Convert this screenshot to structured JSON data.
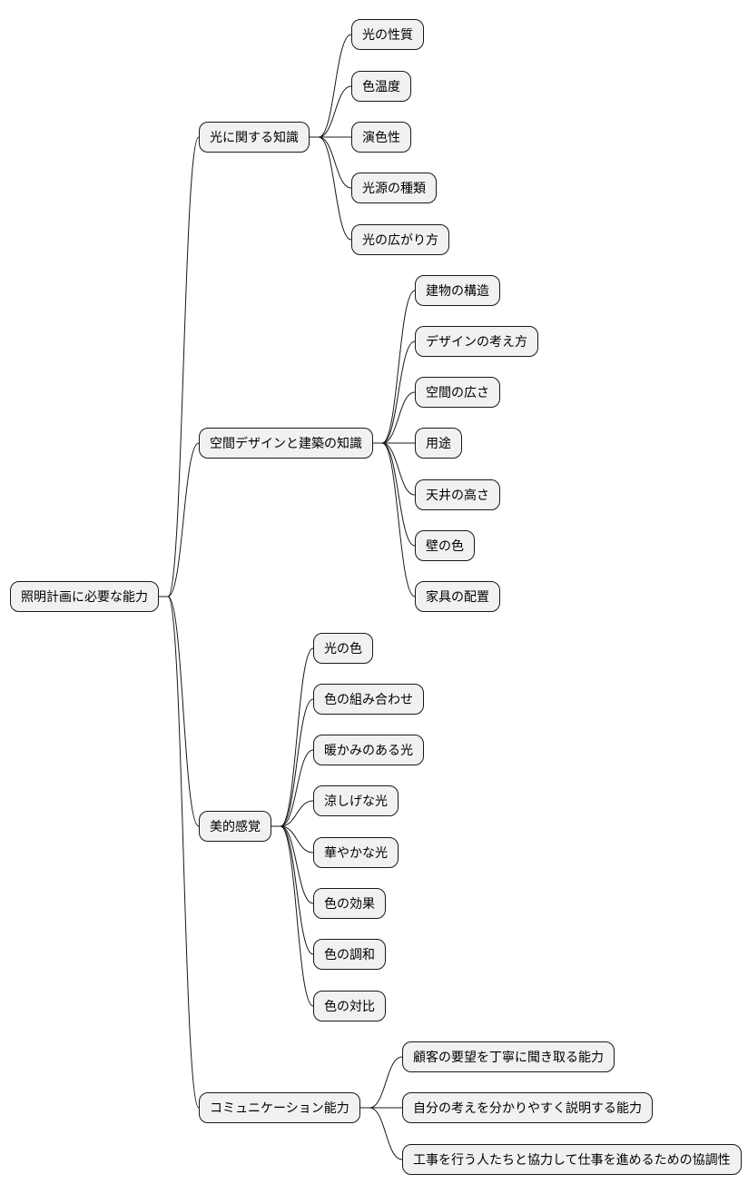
{
  "mindmap": {
    "root": "照明計画に必要な能力",
    "branches": [
      {
        "label": "光に関する知識",
        "children": [
          "光の性質",
          "色温度",
          "演色性",
          "光源の種類",
          "光の広がり方"
        ]
      },
      {
        "label": "空間デザインと建築の知識",
        "children": [
          "建物の構造",
          "デザインの考え方",
          "空間の広さ",
          "用途",
          "天井の高さ",
          "壁の色",
          "家具の配置"
        ]
      },
      {
        "label": "美的感覚",
        "children": [
          "光の色",
          "色の組み合わせ",
          "暖かみのある光",
          "涼しげな光",
          "華やかな光",
          "色の効果",
          "色の調和",
          "色の対比"
        ]
      },
      {
        "label": "コミュニケーション能力",
        "children": [
          "顧客の要望を丁寧に聞き取る能力",
          "自分の考えを分かりやすく説明する能力",
          "工事を行う人たちと協力して仕事を進めるための協調性"
        ]
      }
    ]
  }
}
